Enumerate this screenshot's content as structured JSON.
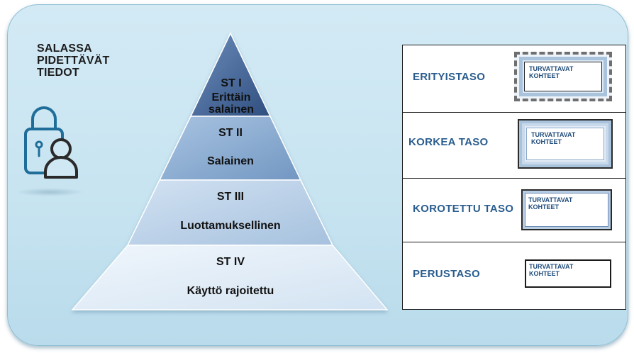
{
  "heading": {
    "lines": [
      "SALASSA",
      "PIDETTÄVÄT",
      "TIEDOT"
    ]
  },
  "icon": "lock-person-icon",
  "pyramid": [
    {
      "code": "ST I",
      "name": "Erittäin salainen",
      "name_lines": [
        "Erittäin",
        "salainen"
      ],
      "color": "#4a6c9e"
    },
    {
      "code": "ST II",
      "name": "Salainen",
      "color": "#8fb0d4"
    },
    {
      "code": "ST III",
      "name": "Luottamuksellinen",
      "color": "#bcd3ea"
    },
    {
      "code": "ST IV",
      "name": "Käyttö rajoitettu",
      "color": "#dfecf7"
    }
  ],
  "levels": [
    {
      "label": "ERITYISTASO",
      "target": [
        "TURVATTAVAT",
        "KOHTEET"
      ]
    },
    {
      "label": "KORKEA TASO",
      "target": [
        "TURVATTAVAT",
        "KOHTEET"
      ]
    },
    {
      "label": "KOROTETTU TASO",
      "target": [
        "TURVATTAVAT",
        "KOHTEET"
      ]
    },
    {
      "label": "PERUSTASO",
      "target": [
        "TURVATTAVAT",
        "KOHTEET"
      ]
    }
  ],
  "colors": {
    "label": "#2a5d8f",
    "panel": "#cfe8f4",
    "frame_dark": "#6f6f6f",
    "frame_blue": "#a9c3dc"
  }
}
